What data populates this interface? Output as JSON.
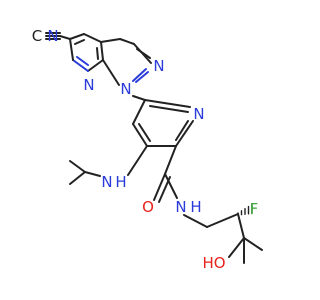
{
  "diagram": {
    "type": "chemical-structure",
    "background": "#ffffff",
    "colors": {
      "carbon_bond": "#222222",
      "nitrogen": "#2a3bd9",
      "oxygen": "#e8221c",
      "fluorine": "#3aa83a"
    },
    "atom_labels": {
      "nitrile_C": "C",
      "nitrile_N": "N",
      "pyrazole_N2": "N",
      "pyrazole_N1": "N",
      "pyridine_N7": "N",
      "pyridine_N": "N",
      "amine_NH": "N",
      "amine_H": "H",
      "amide_O": "O",
      "amide_N": "N",
      "amide_H": "H",
      "fluoro": "F",
      "hydroxy": "HO"
    }
  }
}
